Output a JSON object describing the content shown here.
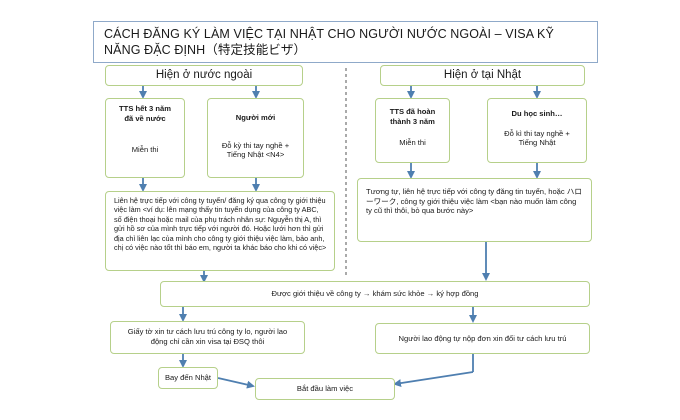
{
  "title": "CÁCH ĐĂNG KÝ LÀM VIỆC TẠI NHẬT CHO NGƯỜI NƯỚC NGOÀI – VISA KỸ NĂNG ĐẶC ĐỊNH（特定技能ビザ）",
  "left": {
    "header": "Hiện ở nước ngoài",
    "tts": {
      "title": "TTS hết 3 năm đã về nước",
      "body": "Miễn thi"
    },
    "new": {
      "title": "Người mới",
      "body": "Đỗ kỳ thi tay nghề + Tiếng Nhật <N4>"
    },
    "contact": "Liên hệ trực tiếp với công ty tuyển/ đăng ký qua công ty giới thiệu việc làm <ví dụ: lên mạng thấy tin tuyển dụng của công ty ABC, số điện thoại hoặc mail của phụ trách nhân sự: Nguyễn thị A, thì gửi hồ sơ của mình trực tiếp với người đó. Hoặc lưới hơn thì gửi địa chỉ liên lạc của mình cho công ty giới thiệu việc làm, bảo anh, chị có việc nào tốt thì báo em, người ta khác báo cho khi có việc>",
    "papers": "Giấy tờ xin tư cách lưu trú công ty lo, người lao động chỉ cần xin visa tại ĐSQ thôi",
    "fly": "Bay đến Nhật"
  },
  "right": {
    "header": "Hiện ở tại Nhật",
    "tts": {
      "title": "TTS đã hoàn thành 3 năm",
      "body": "Miễn thi"
    },
    "student": {
      "title": "Du học sinh…",
      "body": "Đỗ kì thi tay nghề + Tiếng Nhật"
    },
    "contact": "Tương tự, liên hệ trực tiếp với công ty đăng tin tuyển, hoặc ハローワーク, công ty giới thiệu việc làm <bạn nào muốn làm công ty cũ thì thôi, bỏ qua bước này>",
    "apply": "Người lao động tự nộp đơn xin đổi tư cách lưu trú"
  },
  "shared": {
    "intro": "Được giới thiệu về công ty → khám sức khỏe → ký hợp đồng",
    "start": "Bắt đầu làm việc"
  }
}
